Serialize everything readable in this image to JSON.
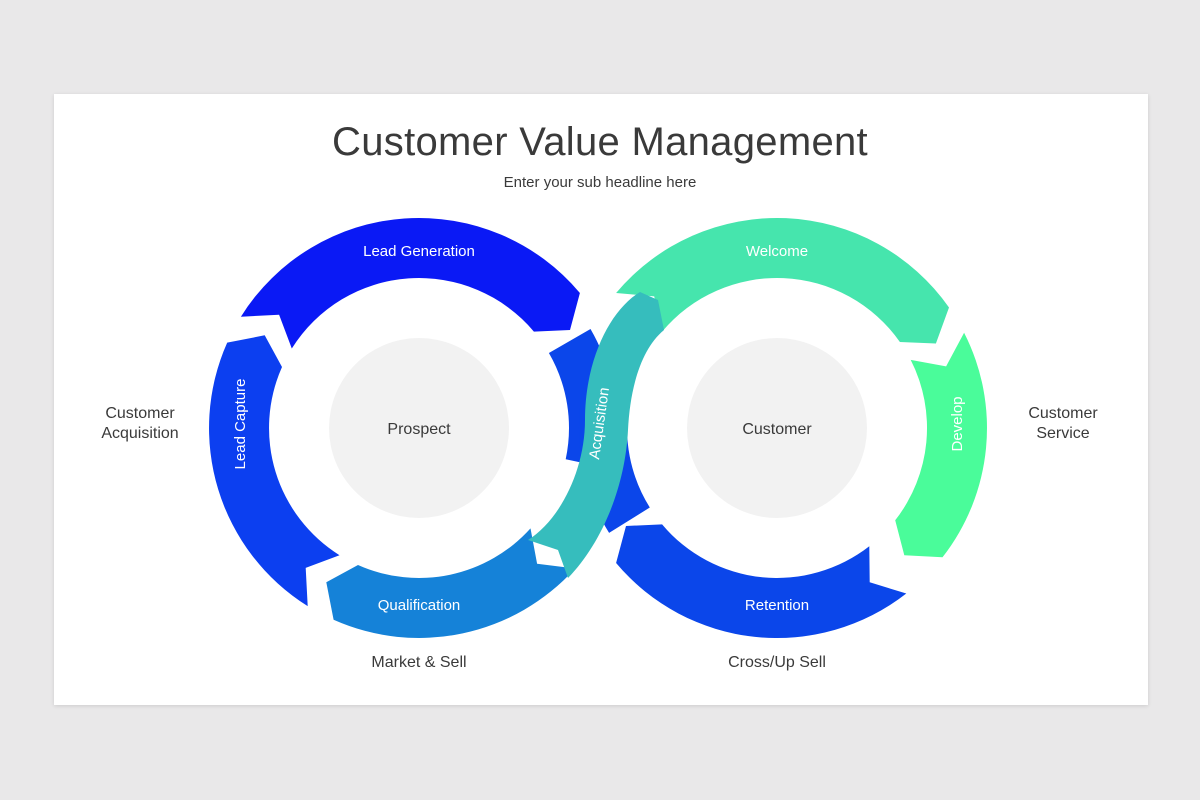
{
  "title": "Customer Value Management",
  "subtitle": "Enter your sub headline here",
  "left_cycle": {
    "side_label": [
      "Customer",
      "Acquisition"
    ],
    "bottom_label": "Market & Sell",
    "center": "Prospect",
    "segments": {
      "top": "Lead Generation",
      "left": "Lead Capture",
      "bottom": "Qualification"
    }
  },
  "right_cycle": {
    "side_label": [
      "Customer",
      "Service"
    ],
    "bottom_label": "Cross/Up Sell",
    "center": "Customer",
    "segments": {
      "top": "Welcome",
      "right": "Develop",
      "bottom": "Retention"
    }
  },
  "bridge_label": "Acquisition",
  "colors": {
    "lead_generation": "#0a19f5",
    "lead_capture": "#0c3ff0",
    "qualification": "#1582d8",
    "left_connector": "#0b46ea",
    "acquisition": "#36bdbd",
    "welcome": "#46e5ad",
    "develop": "#4afc9a",
    "retention": "#0b46ea",
    "right_connector": "#0b46ea",
    "center_fill": "#f2f2f2"
  }
}
